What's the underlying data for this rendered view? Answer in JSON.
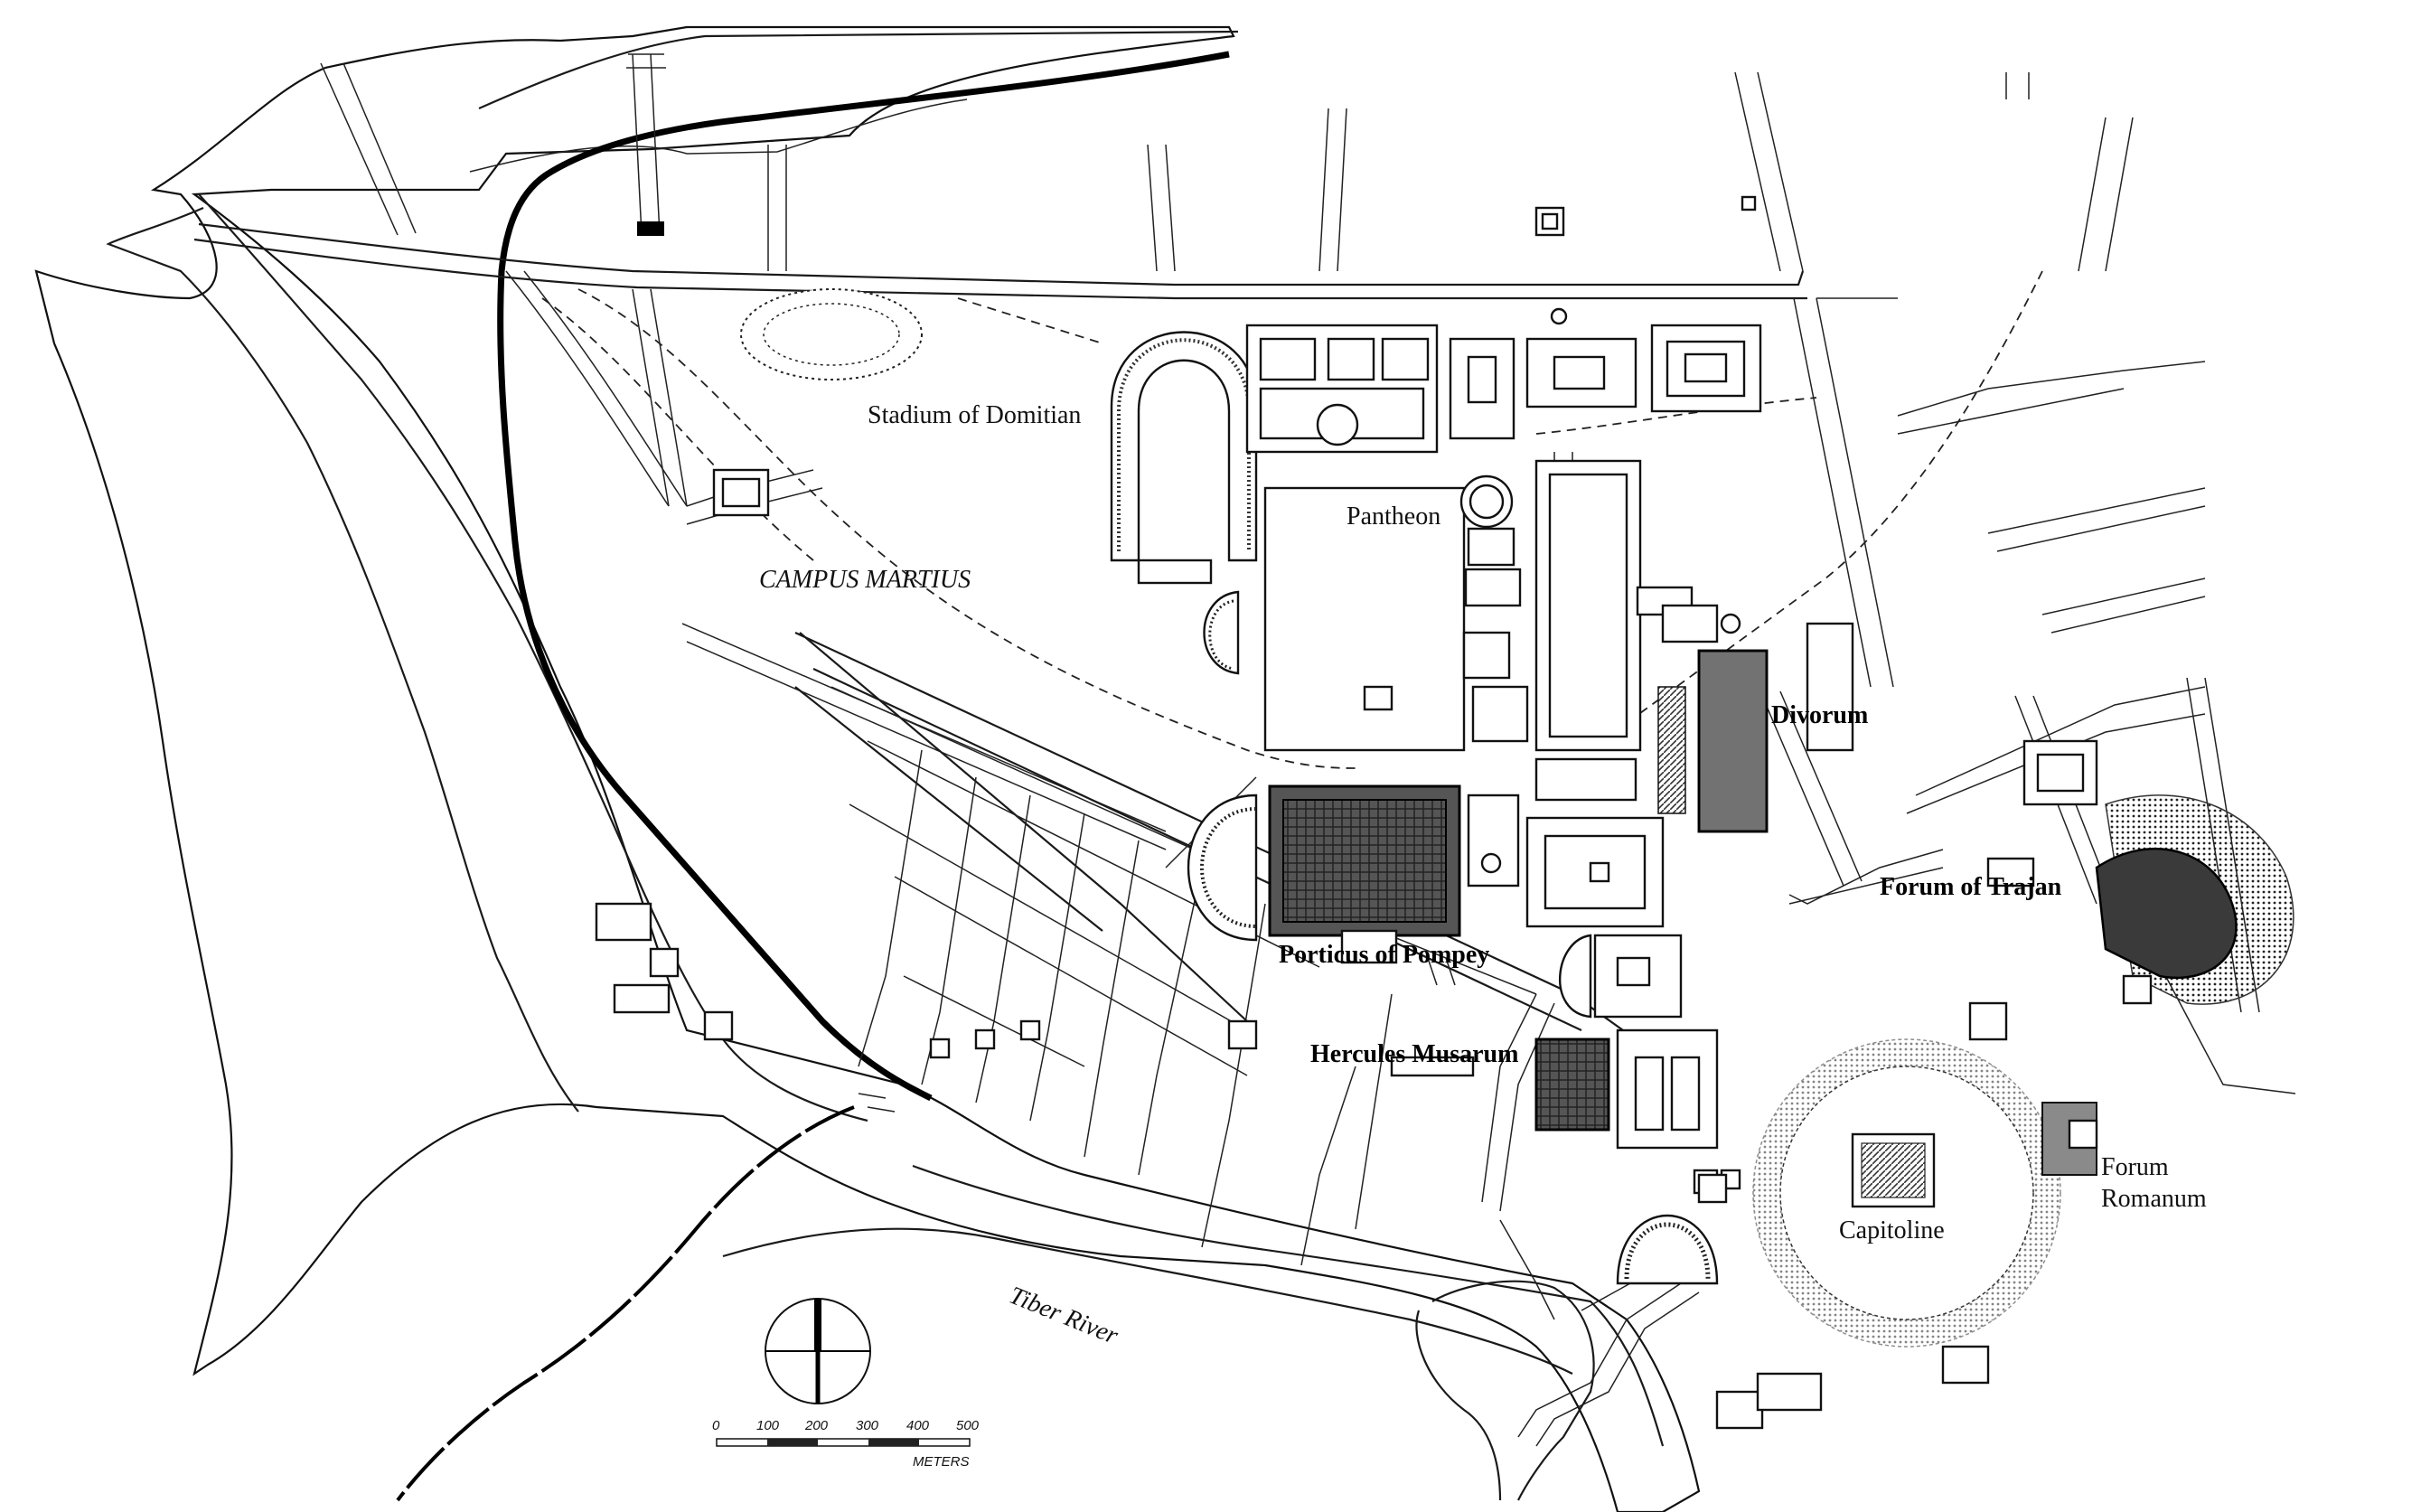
{
  "labels": {
    "stadium": "Stadium of Domitian",
    "pantheon": "Pantheon",
    "campus": "CAMPUS MARTIUS",
    "divorum": "Divorum",
    "trajan": "Forum of Trajan",
    "pompey": "Porticus of Pompey",
    "hercules": "Hercules Musarum",
    "romanum1": "Forum",
    "romanum2": "Romanum",
    "capitoline": "Capitoline",
    "tiber": "Tiber River"
  },
  "scale": {
    "ticks": [
      "0",
      "100",
      "200",
      "300",
      "400",
      "500"
    ],
    "unit": "METERS",
    "max_value": 500
  },
  "compass_icon": "north-compass-icon"
}
